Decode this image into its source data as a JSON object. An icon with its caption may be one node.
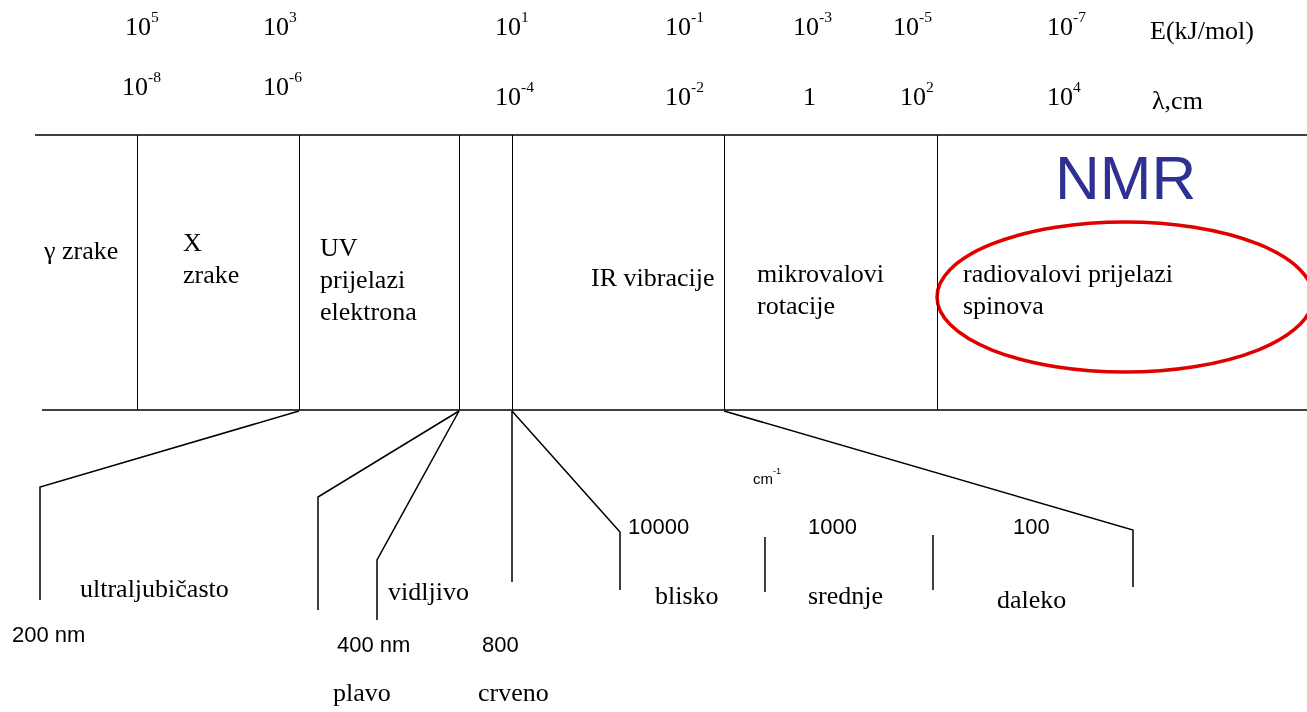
{
  "diagram": {
    "nodes": [
      {
        "text": [
          "γ zrake"
        ]
      },
      {
        "text": [
          "X zrake"
        ]
      },
      {
        "text": [
          "UV prijelazi elektrona"
        ]
      },
      {
        "text": [],
        "shape": "box"
      },
      {
        "text": [
          "IR vibracije"
        ]
      },
      {
        "text": [
          "mikrovalovi rotacije"
        ]
      },
      {
        "text": [
          "radiovalovi prijelazi spinova"
        ]
      }
    ],
    "labels": [
      "10$^{5}$",
      "10$^{3}$",
      "10$^{1}$",
      "10$^{-1}$",
      "10$^{-3}$",
      "10$^{-5}$",
      "10$^{-7}$",
      "E(kJ/mol)",
      "10$^{-8}$",
      "10$^{-6}$",
      "10$^{-4}$",
      "10$^{-2}$",
      "1",
      "10$^{2}$",
      "10$^{4}$",
      "λ,cm",
      "NMR",
      "cm$^{-1}$",
      "10000",
      "1000",
      "100",
      "ultraljubičasto",
      "vidljivo",
      "blisko",
      "srednje",
      "daleko",
      "200 nm",
      "400 nm",
      "800",
      "plavo",
      "crveno"
    ]
  }
}
